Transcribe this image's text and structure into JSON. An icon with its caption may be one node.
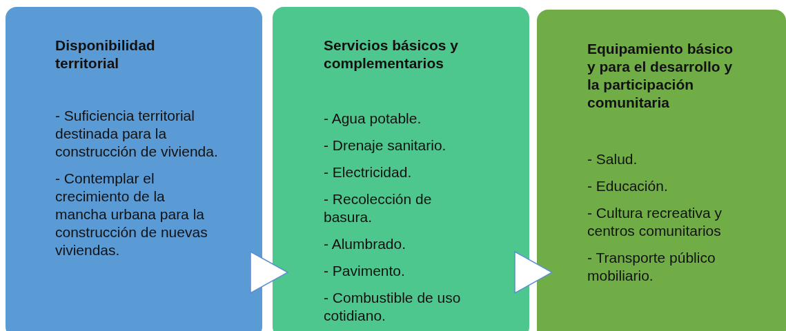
{
  "diagram": {
    "nodes": [
      {
        "text": [
          "Disponibilidad territorial",
          "- Suficiencia territorial destinada para la construcción de vivienda.",
          "- Contemplar el crecimiento de la mancha urbana para la construcción de nuevas viviendas."
        ]
      },
      {
        "text": [
          "Servicios básicos y complementarios",
          "- Agua potable.",
          "- Drenaje sanitario.",
          "- Electricidad.",
          "- Recolección de basura.",
          "- Alumbrado.",
          "- Pavimento.",
          "- Combustible de uso cotidiano."
        ]
      },
      {
        "text": [
          "Equipamiento básico y para el desarrollo y la participación comunitaria",
          "- Salud.",
          "- Educación.",
          "- Cultura recreativa y centros comunitarios",
          "- Transporte público mobiliario."
        ]
      }
    ],
    "edges": [
      {
        "from": 0,
        "to": 1,
        "arrow": "to"
      },
      {
        "from": 1,
        "to": 2,
        "arrow": "to"
      }
    ]
  }
}
